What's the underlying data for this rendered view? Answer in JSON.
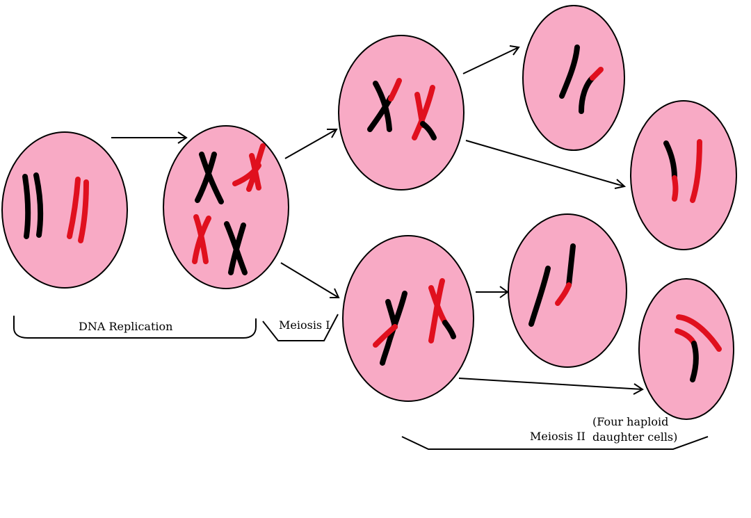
{
  "colors": {
    "cell_fill": "#f8aac5",
    "paternal": "#e0101e",
    "maternal": "#000000"
  },
  "labels": {
    "dna_replication": "DNA Replication",
    "meiosis_1": "Meiosis I",
    "meiosis_2": "Meiosis II",
    "daughter_line1": "(Four haploid",
    "daughter_line2": "daughter cells)"
  },
  "stages": [
    {
      "name": "parent-cell",
      "chromosomes": "2 unreplicated homologs"
    },
    {
      "name": "replicated-cell",
      "chromosomes": "4 sister-chromatid pairs"
    },
    {
      "name": "meiosis-1-daughters",
      "count": 2
    },
    {
      "name": "meiosis-2-daughters",
      "count": 4
    }
  ]
}
